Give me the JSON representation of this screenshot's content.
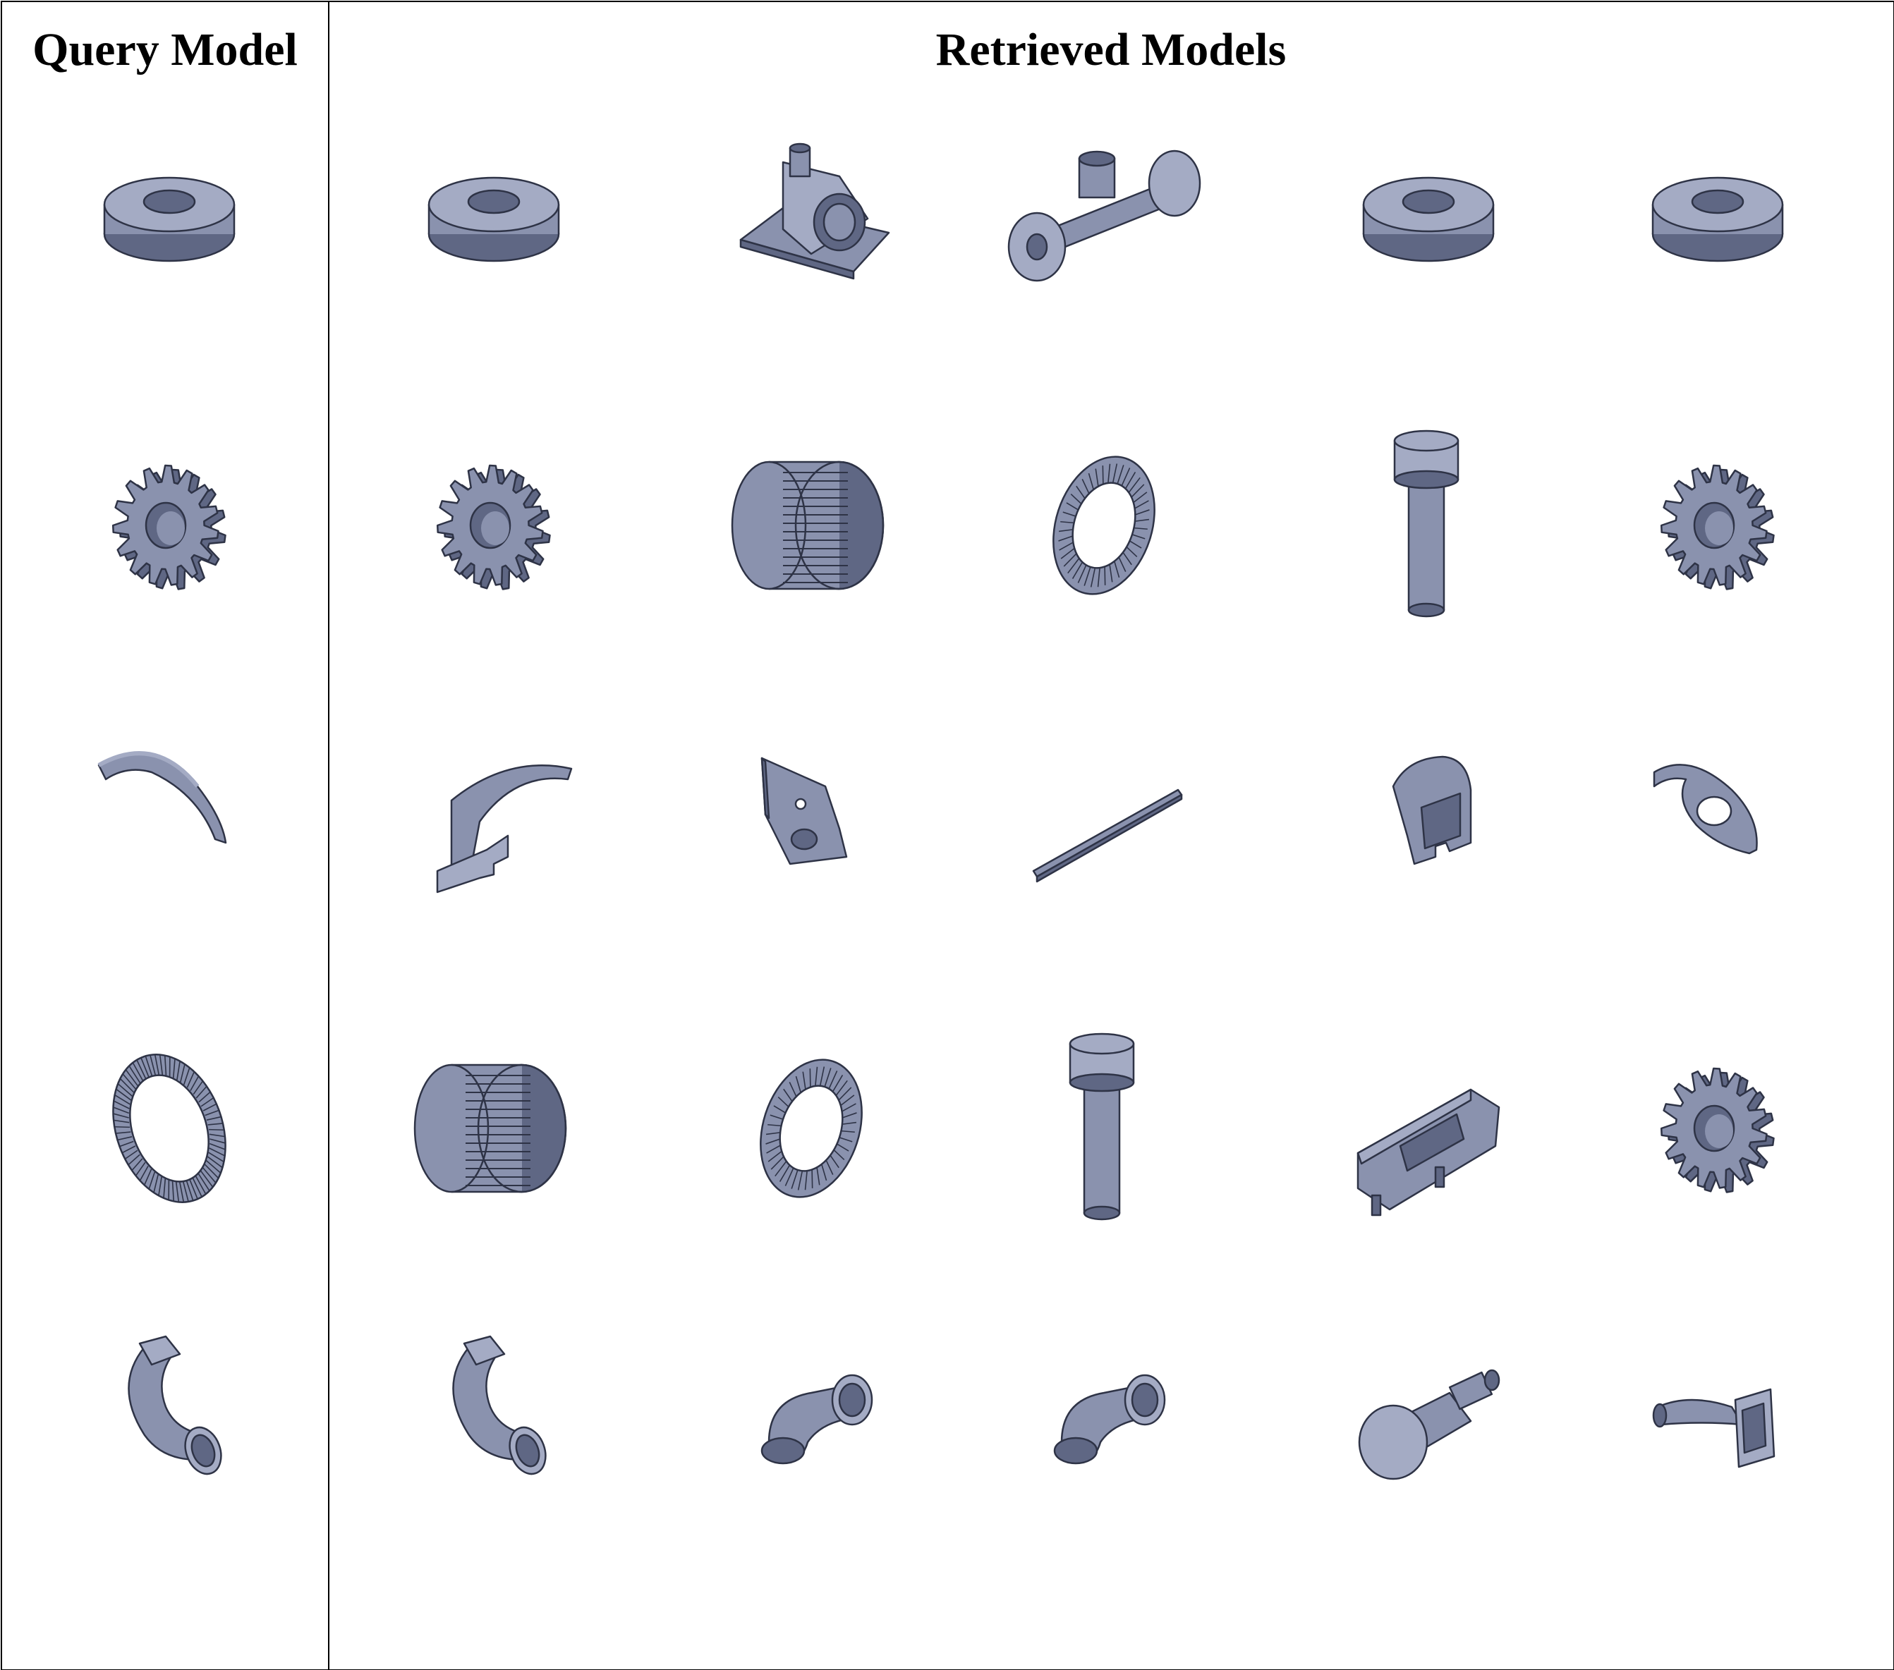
{
  "headers": {
    "query": "Query Model",
    "retrieved": "Retrieved Models"
  },
  "style": {
    "fill": "#8a92ae",
    "light": "#a4abc4",
    "dark": "#5f6784",
    "edge": "#2e3346",
    "border": "#000000"
  },
  "rows": [
    {
      "query": "flanged-bushing",
      "retrieved": [
        "flanged-bushing",
        "pillow-block-housing",
        "flanged-tee-pipe",
        "flanged-bushing",
        "flanged-bushing"
      ]
    },
    {
      "query": "spur-gear",
      "retrieved": [
        "spur-gear",
        "needle-roller-cage",
        "thrust-needle-bearing",
        "cylindrical-pin",
        "spur-gear"
      ]
    },
    {
      "query": "curved-cover",
      "retrieved": [
        "bent-bracket",
        "housing-plate",
        "long-rail",
        "cover-bracket",
        "swirl-cover"
      ]
    },
    {
      "query": "serrated-washer",
      "retrieved": [
        "needle-roller-cage",
        "thrust-needle-bearing",
        "cylindrical-pin",
        "housing-box",
        "spur-gear"
      ]
    },
    {
      "query": "pipe-elbow",
      "retrieved": [
        "pipe-elbow",
        "flanged-elbow",
        "flanged-elbow",
        "stepped-cylinder",
        "tapered-nozzle"
      ]
    }
  ]
}
